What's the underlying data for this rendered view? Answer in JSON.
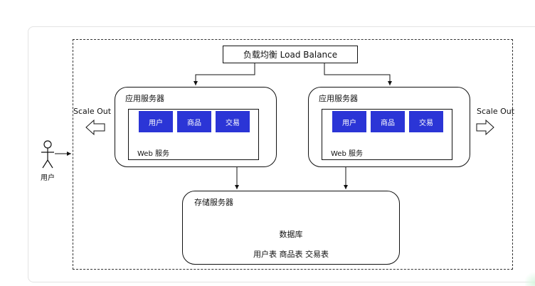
{
  "load_balancer": {
    "label": "负载均衡 Load Balance"
  },
  "app_servers": [
    {
      "title": "应用服务器",
      "modules": [
        "用户",
        "商品",
        "交易"
      ],
      "web_label": "Web 服务"
    },
    {
      "title": "应用服务器",
      "modules": [
        "用户",
        "商品",
        "交易"
      ],
      "web_label": "Web 服务"
    }
  ],
  "scale_out": {
    "left": "Scale Out",
    "right": "Scale Out"
  },
  "user": {
    "label": "用户"
  },
  "storage": {
    "title": "存储服务器",
    "database": "数据库",
    "tables": "用户表 商品表 交易表"
  },
  "colors": {
    "module_fill": "#2b35d6",
    "module_text": "#ffffff",
    "line": "#111111"
  }
}
